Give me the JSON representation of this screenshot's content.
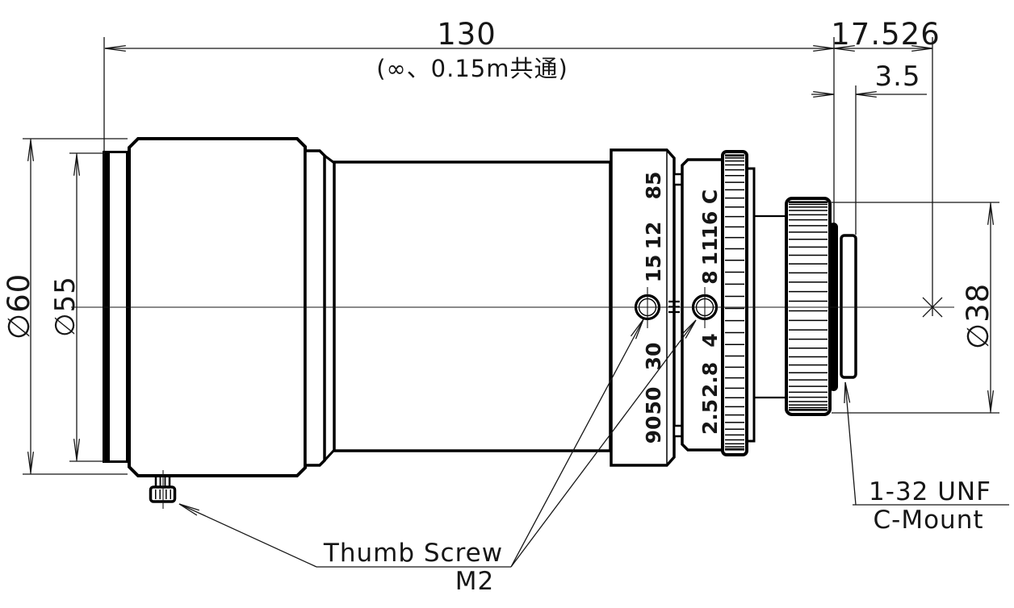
{
  "drawing": {
    "dims": {
      "length": "130",
      "length_note": "(∞、0.15m共通)",
      "flange_distance": "17.526",
      "thread_length": "3.5",
      "dia_front": "∅60",
      "dia_front_ring": "∅55",
      "dia_mount": "∅38"
    },
    "labels": {
      "thumb_screw": "Thumb Screw",
      "thumb_screw_size": "M2",
      "mount_thread": "1-32 UNF",
      "mount_type": "C-Mount"
    },
    "focus_scale": [
      "85",
      "12",
      "15",
      "30",
      "50",
      "90"
    ],
    "aperture_scale": [
      "C",
      "16",
      "11",
      "8",
      "4",
      "2.8",
      "2.5"
    ],
    "colors": {
      "line": "#000000",
      "text": "#161616",
      "background": "#ffffff"
    }
  }
}
